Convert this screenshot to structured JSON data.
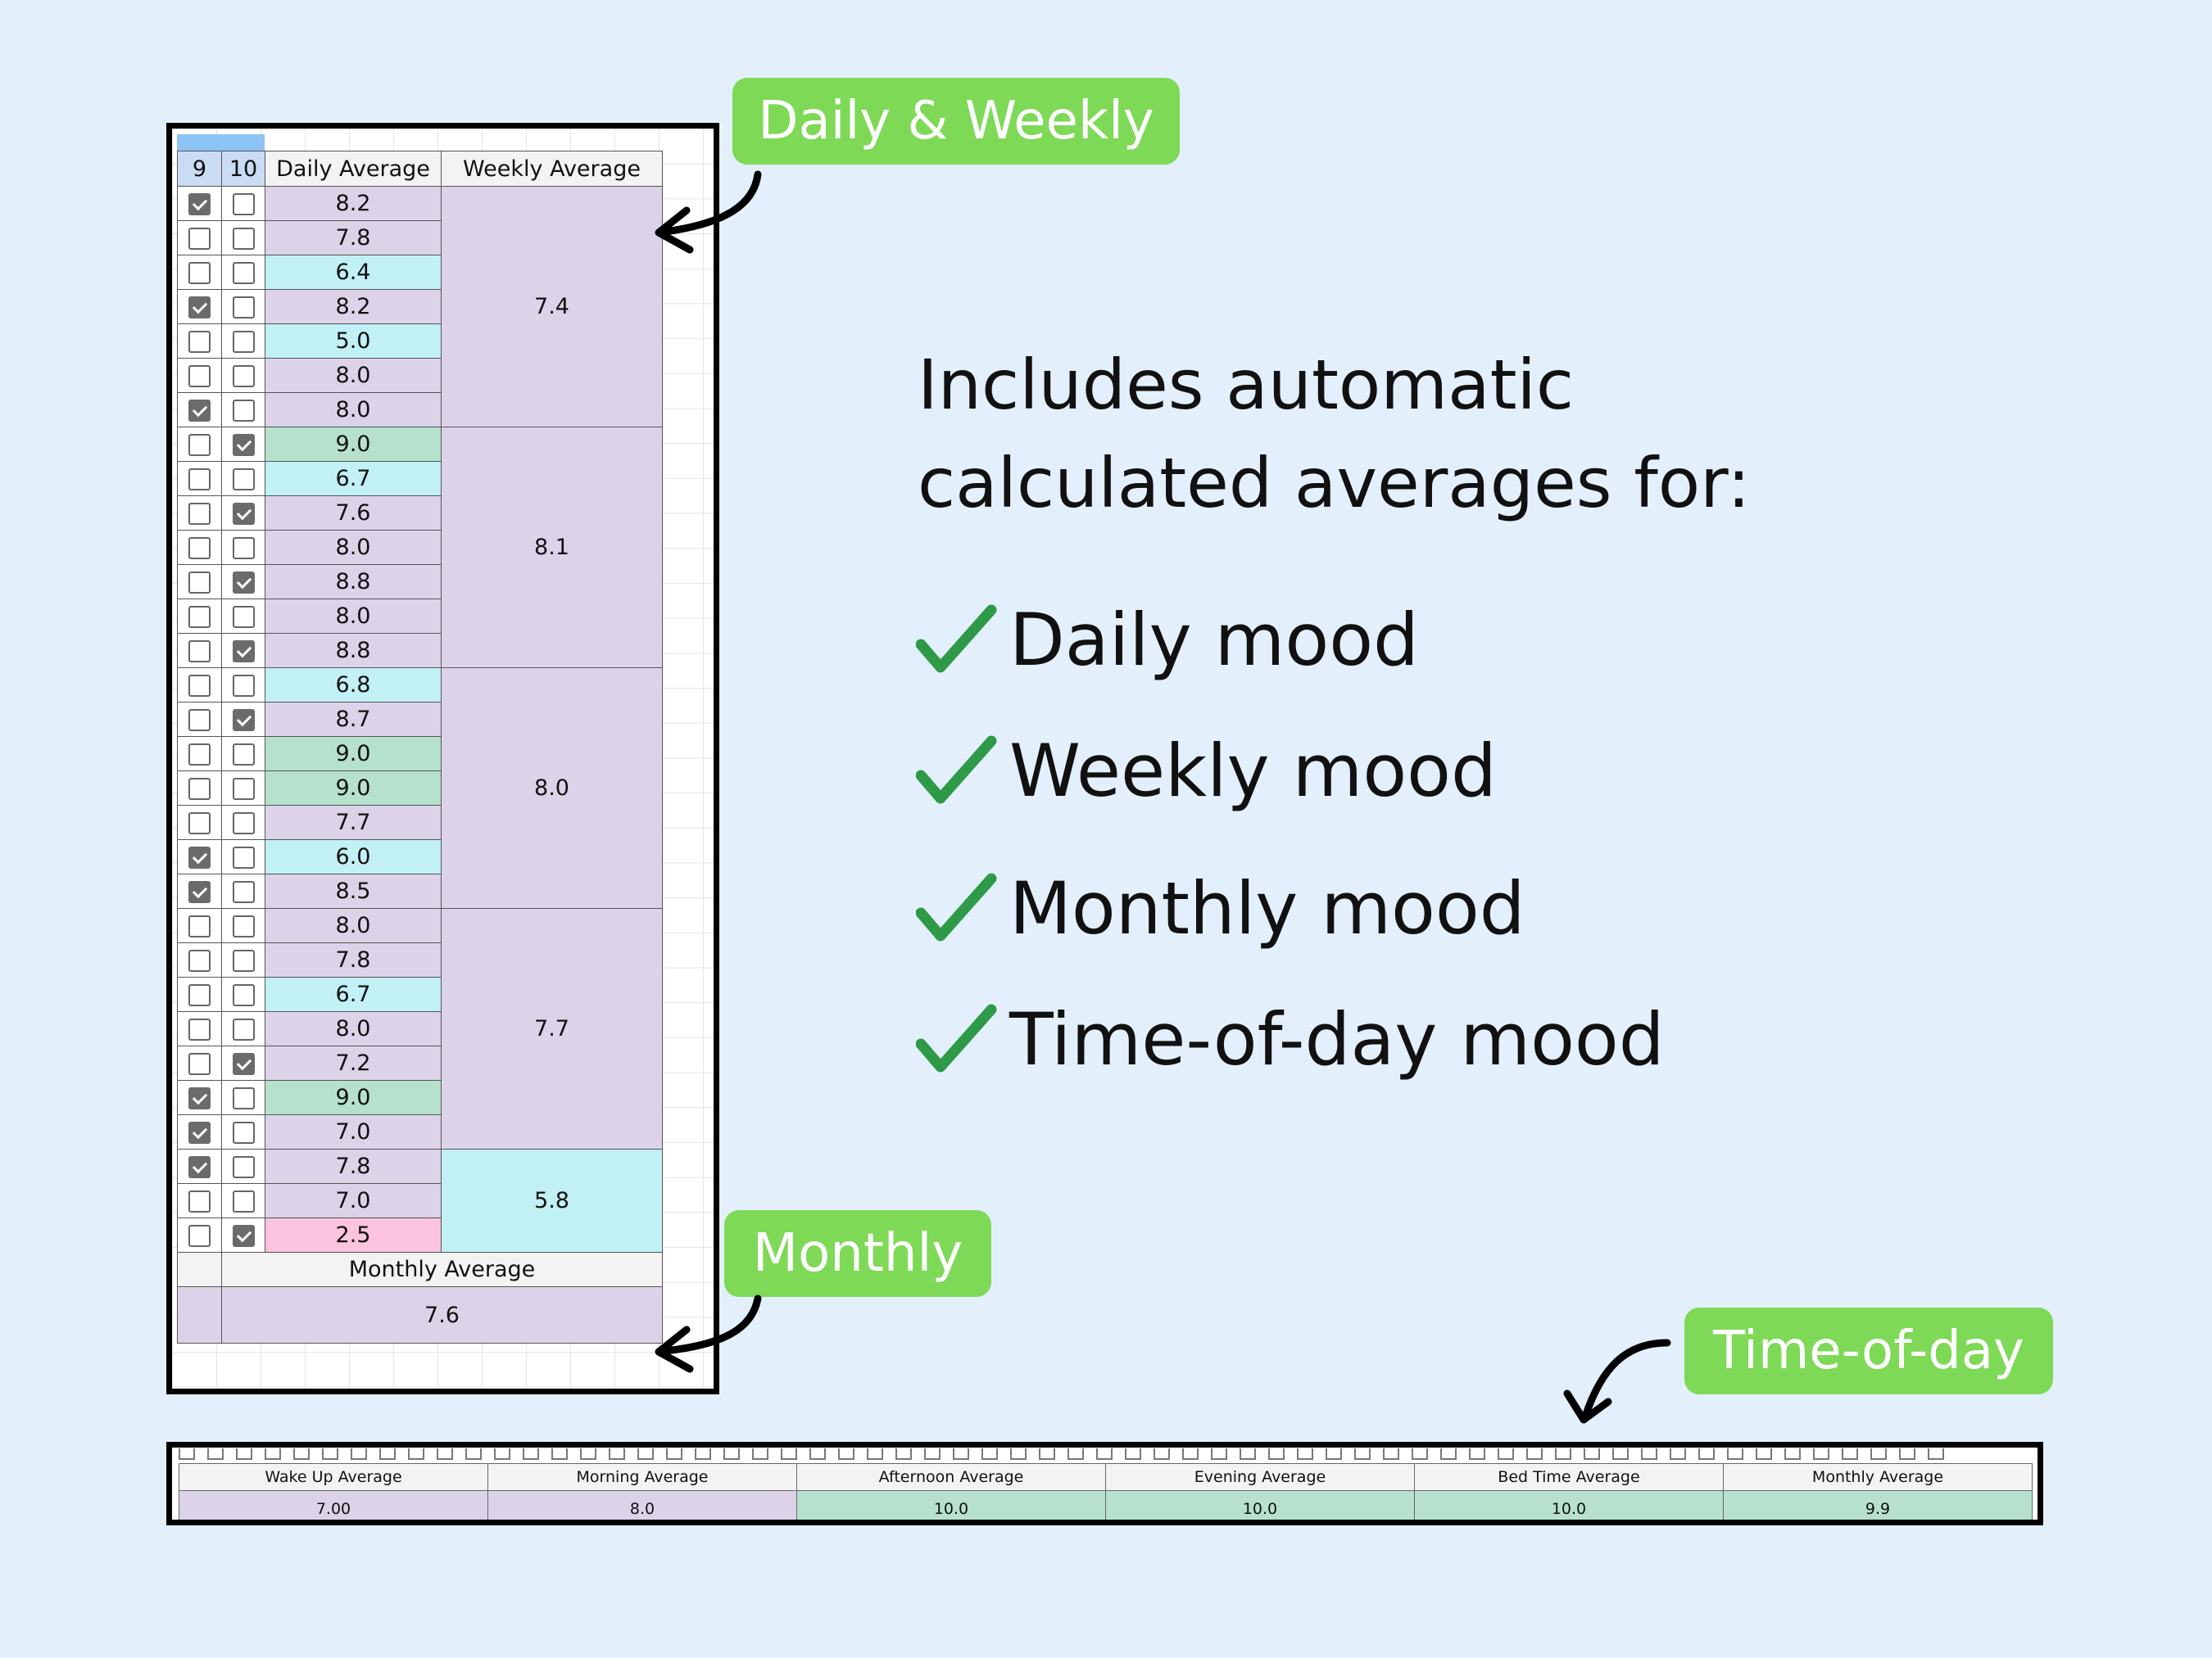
{
  "callouts": {
    "daily_weekly": "Daily & Weekly",
    "monthly": "Monthly",
    "time_of_day": "Time-of-day"
  },
  "heading": {
    "line1": "Includes automatic",
    "line2": "calculated averages for:"
  },
  "bullets": [
    "Daily mood",
    "Weekly mood",
    "Monthly mood",
    "Time-of-day mood"
  ],
  "sheet": {
    "col9": "9",
    "col10": "10",
    "daily_header": "Daily Average",
    "weekly_header": "Weekly Average",
    "monthly_header": "Monthly Average",
    "monthly_value": "7.6",
    "rows": [
      {
        "c9": true,
        "c10": false,
        "v": "8.2",
        "color": "purple"
      },
      {
        "c9": false,
        "c10": false,
        "v": "7.8",
        "color": "purple"
      },
      {
        "c9": false,
        "c10": false,
        "v": "6.4",
        "color": "cyan"
      },
      {
        "c9": true,
        "c10": false,
        "v": "8.2",
        "color": "purple"
      },
      {
        "c9": false,
        "c10": false,
        "v": "5.0",
        "color": "cyan"
      },
      {
        "c9": false,
        "c10": false,
        "v": "8.0",
        "color": "purple"
      },
      {
        "c9": true,
        "c10": false,
        "v": "8.0",
        "color": "purple"
      },
      {
        "c9": false,
        "c10": true,
        "v": "9.0",
        "color": "green"
      },
      {
        "c9": false,
        "c10": false,
        "v": "6.7",
        "color": "cyan"
      },
      {
        "c9": false,
        "c10": true,
        "v": "7.6",
        "color": "purple"
      },
      {
        "c9": false,
        "c10": false,
        "v": "8.0",
        "color": "purple"
      },
      {
        "c9": false,
        "c10": true,
        "v": "8.8",
        "color": "purple"
      },
      {
        "c9": false,
        "c10": false,
        "v": "8.0",
        "color": "purple"
      },
      {
        "c9": false,
        "c10": true,
        "v": "8.8",
        "color": "purple"
      },
      {
        "c9": false,
        "c10": false,
        "v": "6.8",
        "color": "cyan"
      },
      {
        "c9": false,
        "c10": true,
        "v": "8.7",
        "color": "purple"
      },
      {
        "c9": false,
        "c10": false,
        "v": "9.0",
        "color": "green"
      },
      {
        "c9": false,
        "c10": false,
        "v": "9.0",
        "color": "green"
      },
      {
        "c9": false,
        "c10": false,
        "v": "7.7",
        "color": "purple"
      },
      {
        "c9": true,
        "c10": false,
        "v": "6.0",
        "color": "cyan"
      },
      {
        "c9": true,
        "c10": false,
        "v": "8.5",
        "color": "purple"
      },
      {
        "c9": false,
        "c10": false,
        "v": "8.0",
        "color": "purple"
      },
      {
        "c9": false,
        "c10": false,
        "v": "7.8",
        "color": "purple"
      },
      {
        "c9": false,
        "c10": false,
        "v": "6.7",
        "color": "cyan"
      },
      {
        "c9": false,
        "c10": false,
        "v": "8.0",
        "color": "purple"
      },
      {
        "c9": false,
        "c10": true,
        "v": "7.2",
        "color": "purple"
      },
      {
        "c9": true,
        "c10": false,
        "v": "9.0",
        "color": "green"
      },
      {
        "c9": true,
        "c10": false,
        "v": "7.0",
        "color": "purple"
      },
      {
        "c9": true,
        "c10": false,
        "v": "7.8",
        "color": "purple"
      },
      {
        "c9": false,
        "c10": false,
        "v": "7.0",
        "color": "purple"
      },
      {
        "c9": false,
        "c10": true,
        "v": "2.5",
        "color": "pink"
      }
    ],
    "weeks": [
      {
        "value": "7.4",
        "rows": 7,
        "color": "purple"
      },
      {
        "value": "8.1",
        "rows": 7,
        "color": "purple"
      },
      {
        "value": "8.0",
        "rows": 7,
        "color": "purple"
      },
      {
        "value": "7.7",
        "rows": 7,
        "color": "purple"
      },
      {
        "value": "5.8",
        "rows": 3,
        "color": "cyan"
      }
    ]
  },
  "strip": {
    "headers": [
      "Wake Up Average",
      "Morning Average",
      "Afternoon Average",
      "Evening Average",
      "Bed Time Average",
      "Monthly Average"
    ],
    "values": [
      {
        "v": "7.00",
        "color": "purple"
      },
      {
        "v": "8.0",
        "color": "purple"
      },
      {
        "v": "10.0",
        "color": "green"
      },
      {
        "v": "10.0",
        "color": "green"
      },
      {
        "v": "10.0",
        "color": "green"
      },
      {
        "v": "9.9",
        "color": "green"
      }
    ]
  },
  "colors": {
    "background": "#e3f0fc",
    "callout": "#7ed957",
    "check": "#2e9a47",
    "purple": "#dcd3e9",
    "cyan": "#c1f0f5",
    "green": "#b6e1cd",
    "pink": "#fbc3dd"
  }
}
